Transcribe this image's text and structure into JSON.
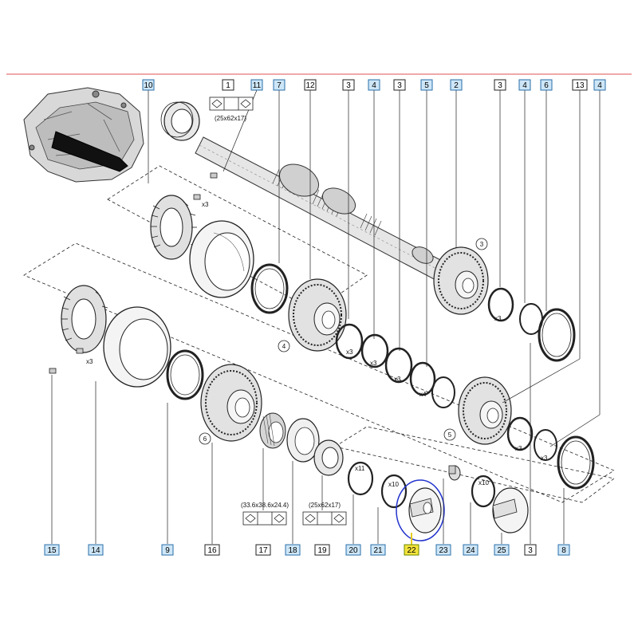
{
  "colors": {
    "top_line": "#e05050",
    "blue_box_fill": "#cde6f7",
    "blue_box_stroke": "#2a6fa8",
    "highlight_fill": "#f3e33a",
    "highlight_stroke": "#6a8a00",
    "circle_note": "#2233cc",
    "line": "#222222"
  },
  "callouts": [
    {
      "id": "10",
      "style": "blue"
    },
    {
      "id": "1",
      "style": "plain"
    },
    {
      "id": "11",
      "style": "blue"
    },
    {
      "id": "7",
      "style": "blue"
    },
    {
      "id": "12",
      "style": "plain"
    },
    {
      "id": "3",
      "style": "plain"
    },
    {
      "id": "4",
      "style": "blue"
    },
    {
      "id": "3",
      "style": "plain"
    },
    {
      "id": "5",
      "style": "blue"
    },
    {
      "id": "2",
      "style": "blue"
    },
    {
      "id": "3",
      "style": "plain"
    },
    {
      "id": "4",
      "style": "blue"
    },
    {
      "id": "6",
      "style": "blue"
    },
    {
      "id": "13",
      "style": "plain"
    },
    {
      "id": "4",
      "style": "blue"
    },
    {
      "id": "15",
      "style": "blue"
    },
    {
      "id": "14",
      "style": "blue"
    },
    {
      "id": "9",
      "style": "blue"
    },
    {
      "id": "16",
      "style": "plain"
    },
    {
      "id": "17",
      "style": "plain"
    },
    {
      "id": "18",
      "style": "blue"
    },
    {
      "id": "19",
      "style": "plain"
    },
    {
      "id": "20",
      "style": "blue"
    },
    {
      "id": "21",
      "style": "blue"
    },
    {
      "id": "22",
      "style": "highlight"
    },
    {
      "id": "23",
      "style": "blue"
    },
    {
      "id": "24",
      "style": "blue"
    },
    {
      "id": "25",
      "style": "blue"
    },
    {
      "id": "3",
      "style": "plain"
    },
    {
      "id": "8",
      "style": "blue"
    }
  ],
  "dimensions": {
    "bearing_top": "(25x62x17)",
    "needle_bearing": "(33.6x38.6x24.4)",
    "bearing_bottom": "(25x62x17)"
  },
  "gear_numbers": [
    "3",
    "4",
    "5",
    "6"
  ],
  "multipliers": [
    "x3",
    "x3",
    "x3",
    "x3",
    "x3",
    "x3",
    "x4",
    "x3",
    "x3",
    "x11",
    "x10",
    "x10"
  ]
}
